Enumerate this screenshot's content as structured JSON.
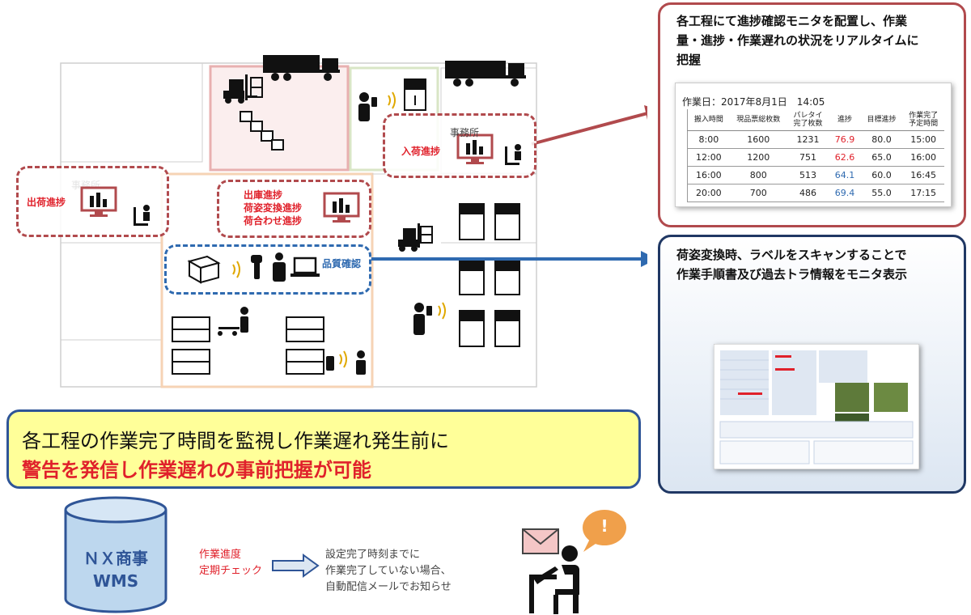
{
  "floor": {
    "office_label": "事務所",
    "arrival": {
      "label": "入荷進捗"
    },
    "shipping": {
      "label": "出荷進捗"
    },
    "outbound": {
      "lines": [
        "出庫進捗",
        "荷姿変換進捗",
        "荷合わせ進捗"
      ]
    },
    "quality": {
      "label": "品質確認"
    }
  },
  "callout_top": {
    "title_lines": [
      "各工程にて進捗確認モニタを配置し、作業",
      "量・進捗・作業遅れの状況をリアルタイムに",
      "把握"
    ],
    "monitor": {
      "date_label": "作業日：2017年8月1日　14:05",
      "headers": [
        [
          "搬入時間"
        ],
        [
          "現品票総枚数"
        ],
        [
          "パレタイ",
          "完了枚数"
        ],
        [
          "進捗"
        ],
        [
          "目標進捗"
        ],
        [
          "作業完了",
          "予定時間"
        ]
      ],
      "rows": [
        [
          "8:00",
          "1600",
          "1231",
          "76.9",
          "80.0",
          "15:00"
        ],
        [
          "12:00",
          "1200",
          "751",
          "62.6",
          "65.0",
          "16:00"
        ],
        [
          "16:00",
          "800",
          "513",
          "64.1",
          "60.0",
          "16:45"
        ],
        [
          "20:00",
          "700",
          "486",
          "69.4",
          "55.0",
          "17:15"
        ]
      ],
      "progress_colors": [
        "#e0212b",
        "#e0212b",
        "#2f6ab0",
        "#2f6ab0"
      ]
    }
  },
  "callout_bottom": {
    "title_lines": [
      "荷姿変換時、ラベルをスキャンすることで",
      "作業手順書及び過去トラ情報をモニタ表示"
    ]
  },
  "banner": {
    "line1": "各工程の作業完了時間を監視し作業遅れ発生前に",
    "line2": "警告を発信し作業遅れの事前把握が可能"
  },
  "wms": {
    "line1": "ＮＸ商事",
    "line2": "WMS"
  },
  "flow": {
    "check_lines": [
      "作業進度",
      "定期チェック"
    ],
    "result_lines": [
      "設定完了時刻までに",
      "作業完了していない場合、",
      "自動配信メールでお知らせ"
    ]
  },
  "alert_mark": "!",
  "colors": {
    "red": "#b14a4d",
    "blue": "#2f6ab0",
    "banner_bg": "#ffff99",
    "banner_border": "#2f5597",
    "db": "#bdd7ee"
  }
}
